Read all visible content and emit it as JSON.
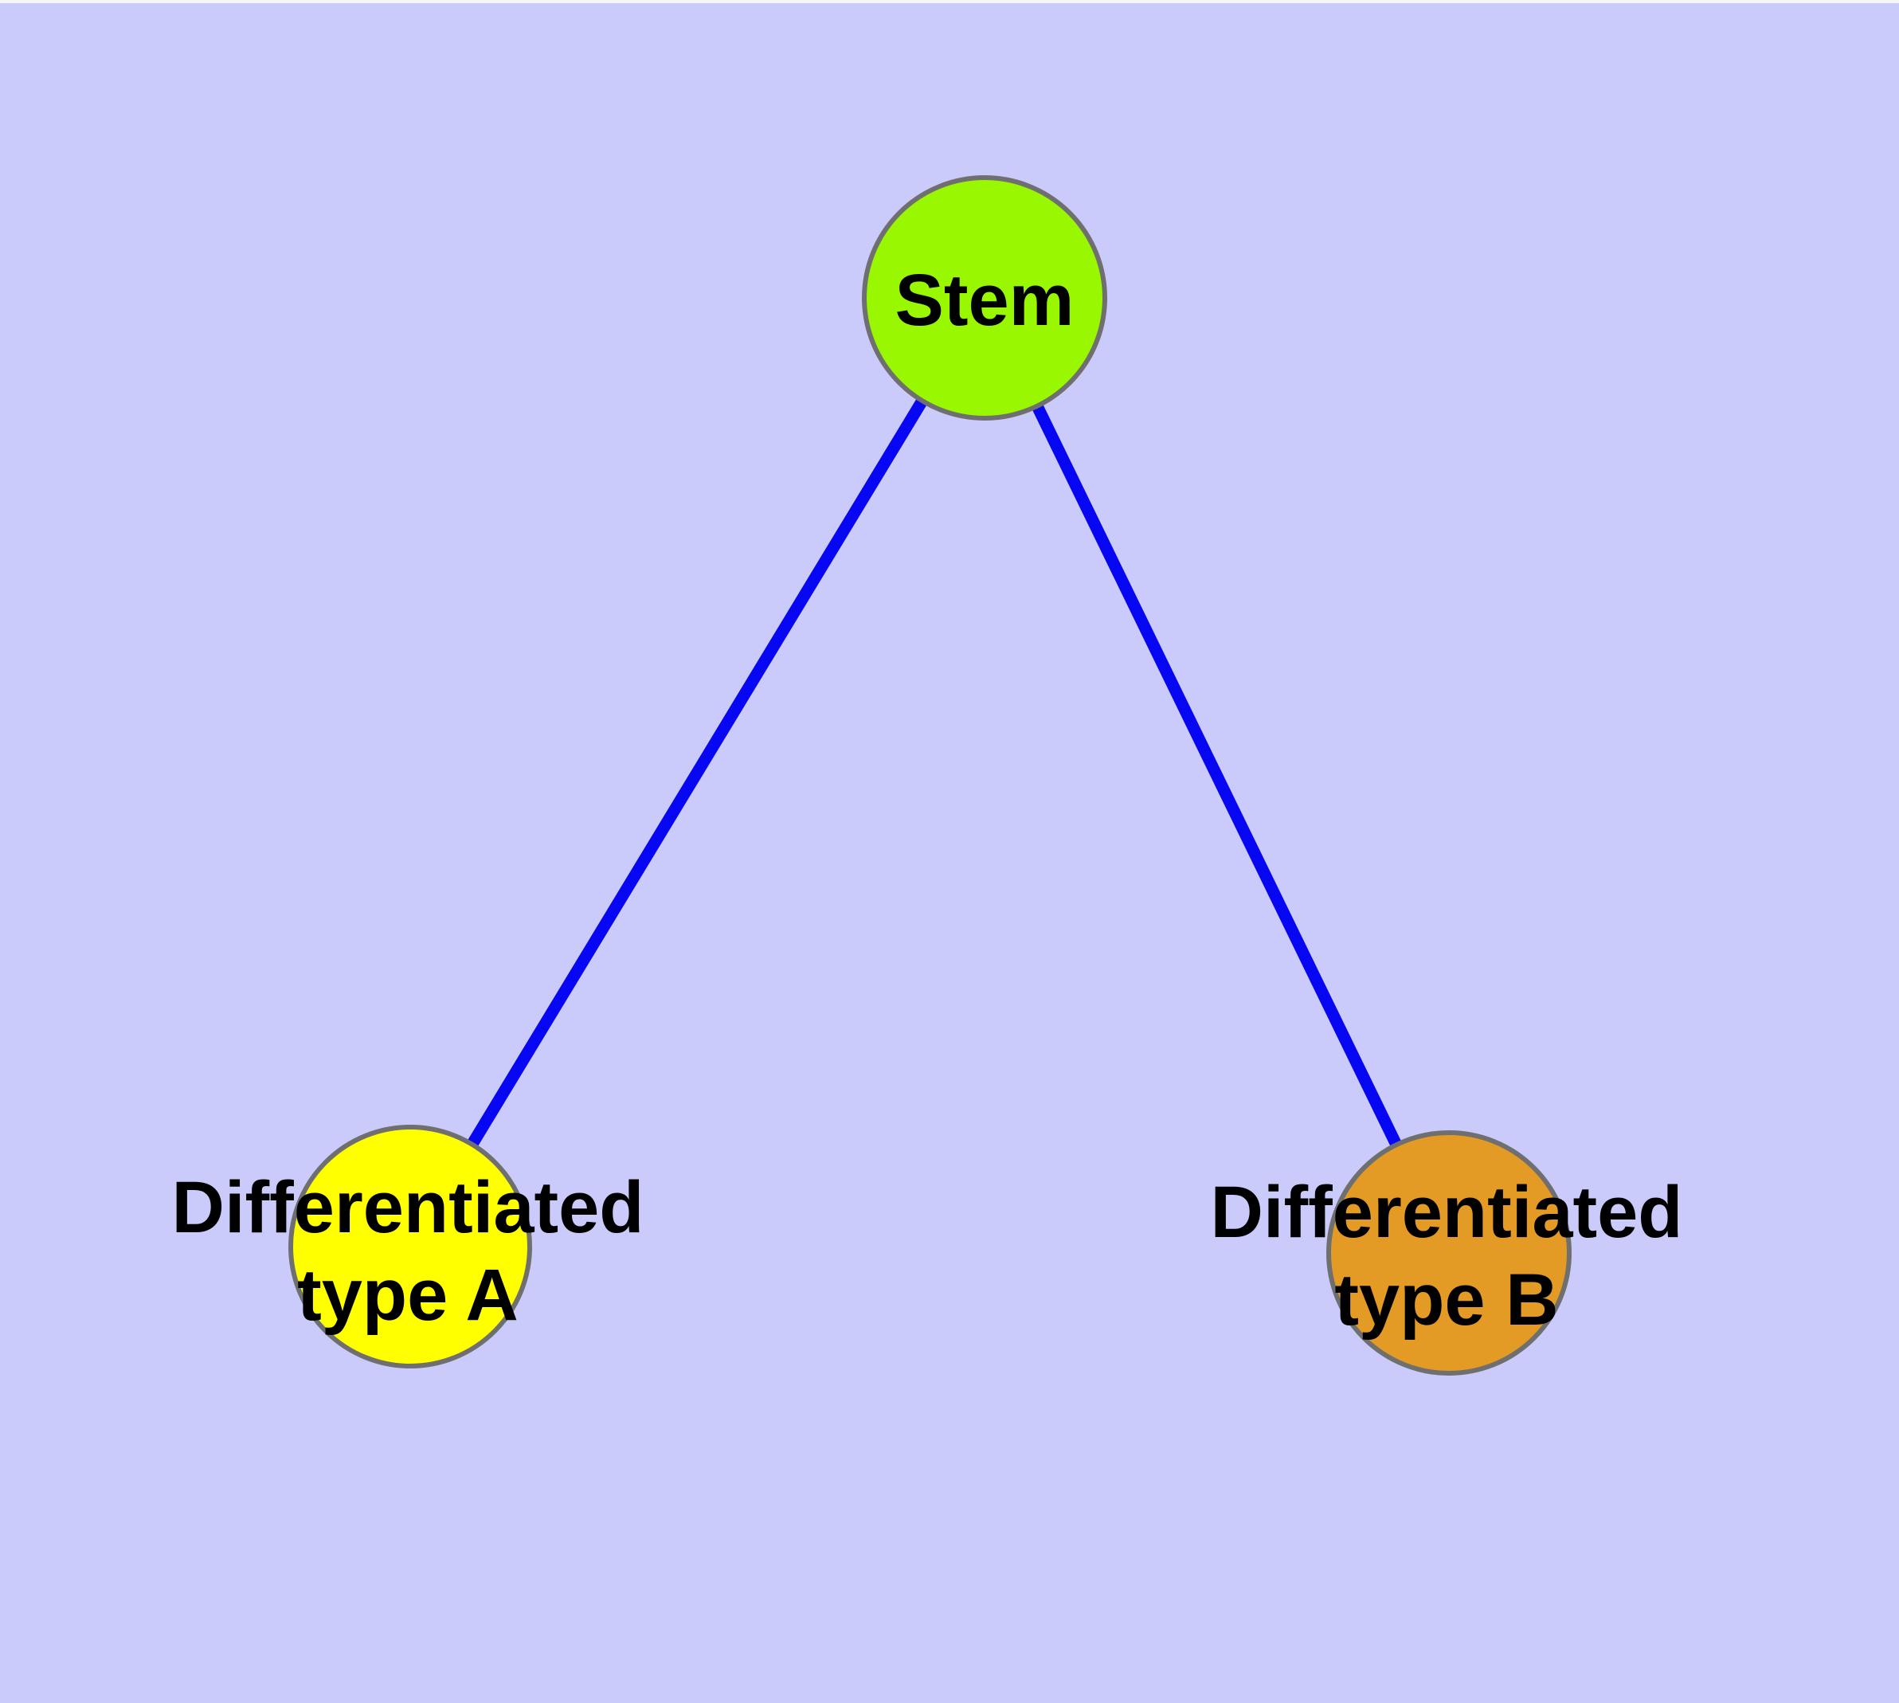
{
  "colors": {
    "background": "#cacafb",
    "top-strip": "#f5f5fa",
    "edge": "#0606f2",
    "node-border": "#6f6f6f",
    "label-text": "#000000",
    "node-stem-fill": "#99f702",
    "node-type-a-fill": "#ffff00",
    "node-type-b-fill": "#e49b26"
  },
  "diagram": {
    "type": "graph",
    "nodes": [
      {
        "id": "stem",
        "label": "Stem",
        "lines": [
          "Stem"
        ],
        "fill": "#99f702"
      },
      {
        "id": "type-a",
        "label": "Differentiated type A",
        "lines": [
          "Differentiated",
          "type A"
        ],
        "fill": "#ffff00"
      },
      {
        "id": "type-b",
        "label": "Differentiated type B",
        "lines": [
          "Differentiated",
          "type B"
        ],
        "fill": "#e49b26"
      }
    ],
    "edges": [
      {
        "from": "Stem",
        "to": "Differentiated type A"
      },
      {
        "from": "Stem",
        "to": "Differentiated type B"
      }
    ]
  }
}
